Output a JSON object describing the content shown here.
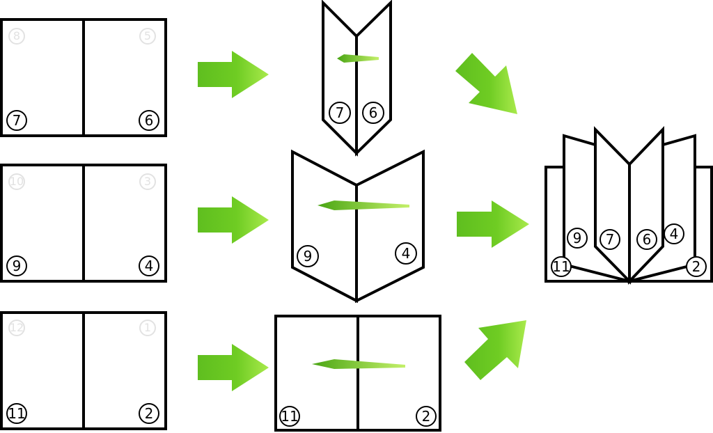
{
  "colors": {
    "arrow_dark": "#5dbb1e",
    "arrow_light": "#a8e84a",
    "line": "#000000",
    "ghost": "#e2e2e2"
  },
  "left_sheets": [
    {
      "front_left": "7",
      "front_right": "6",
      "back_left": "8",
      "back_right": "5"
    },
    {
      "front_left": "9",
      "front_right": "4",
      "back_left": "10",
      "back_right": "3"
    },
    {
      "front_left": "11",
      "front_right": "2",
      "back_left": "12",
      "back_right": "1"
    }
  ],
  "folded": [
    {
      "left": "7",
      "right": "6"
    },
    {
      "left": "9",
      "right": "4"
    },
    {
      "left": "11",
      "right": "2"
    }
  ],
  "book": {
    "pages": [
      "11",
      "9",
      "7",
      "6",
      "4",
      "2"
    ]
  },
  "icons": {
    "flow_arrow": "green-arrow-icon",
    "fold_arrow": "fold-direction-arrow-icon"
  }
}
